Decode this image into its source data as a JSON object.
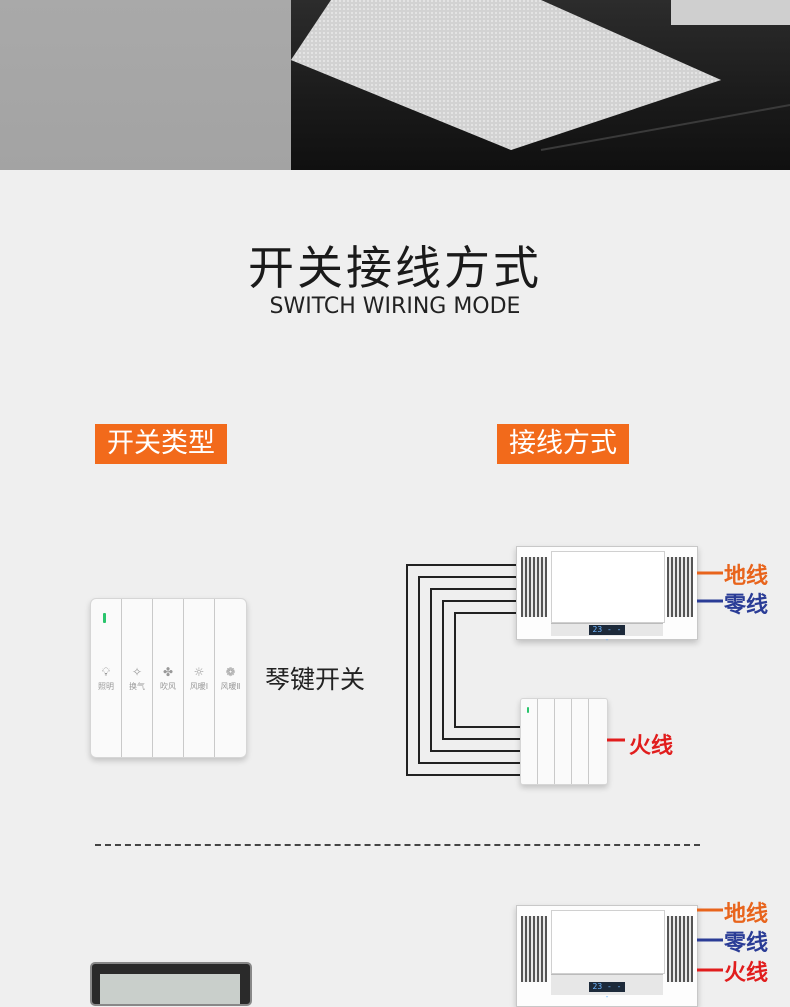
{
  "header": {
    "title": "开关接线方式",
    "subtitle": "SWITCH WIRING MODE"
  },
  "sections": {
    "switch_type_tag": "开关类型",
    "wiring_tag": "接线方式"
  },
  "switch1": {
    "label": "琴键开关",
    "keys": [
      "照明",
      "换气",
      "吹风",
      "风暖Ⅰ",
      "风暖Ⅱ"
    ]
  },
  "heater": {
    "display": "23 - - -"
  },
  "wires": {
    "earth": "地线",
    "neutral": "零线",
    "live": "火线"
  },
  "colors": {
    "accent": "#f26a1b",
    "earth": "#e8641c",
    "neutral": "#2a3c96",
    "live": "#e11d1d"
  }
}
